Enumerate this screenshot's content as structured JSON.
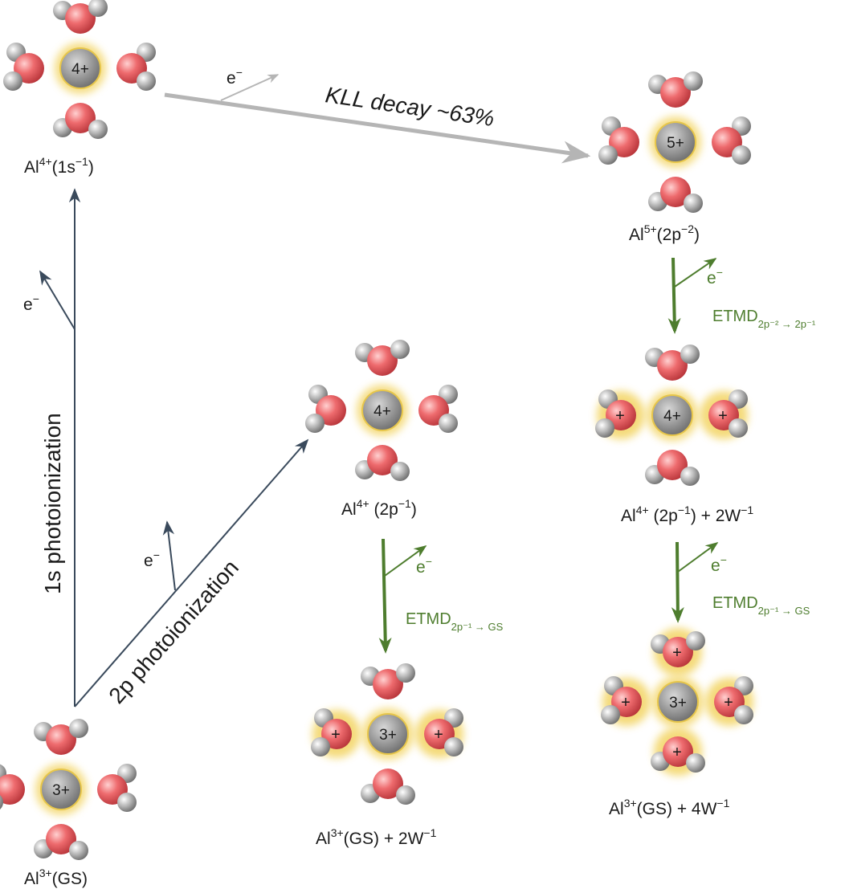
{
  "colors": {
    "dark_arrow": "#3a4a5c",
    "grey_arrow": "#b5b5b5",
    "green_arrow": "#4e7d2e",
    "oxygen": "#e0565a",
    "hydrogen": "#9a9a9a",
    "aluminium": "#8c8c8c",
    "glow": "#f2d25a"
  },
  "clusters": [
    {
      "id": "al4-1s",
      "core": "4+",
      "label": {
        "main": "Al",
        "sup": "4+",
        "rest": "(1s",
        "sup2": "−1",
        "end": ")"
      }
    },
    {
      "id": "al5-2p2",
      "core": "5+",
      "label": {
        "main": "Al",
        "sup": "5+",
        "rest": "(2p",
        "sup2": "−2",
        "end": ")"
      }
    },
    {
      "id": "al4-2p1",
      "core": "4+",
      "label": {
        "main": "Al",
        "sup": "4+",
        "rest": " (2p",
        "sup2": "−1",
        "end": ")"
      }
    },
    {
      "id": "al4-2p1-2w",
      "core": "4+",
      "label": {
        "main": "Al",
        "sup": "4+",
        "rest": " (2p",
        "sup2": "−1",
        "end": ") + 2W",
        "sup3": "−1"
      }
    },
    {
      "id": "al3-gs-2w",
      "core": "3+",
      "label": {
        "main": "Al",
        "sup": "3+",
        "rest": "(GS) + 2W",
        "sup2": "−1",
        "end": ""
      }
    },
    {
      "id": "al3-gs-4w",
      "core": "3+",
      "label": {
        "main": "Al",
        "sup": "3+",
        "rest": "(GS) + 4W",
        "sup2": "−1",
        "end": ""
      }
    },
    {
      "id": "al3-gs",
      "core": "3+",
      "label": {
        "main": "Al",
        "sup": "3+",
        "rest": "(GS)",
        "sup2": "",
        "end": ""
      }
    }
  ],
  "ion_charge": "+",
  "electron": {
    "e": "e",
    "minus": "−"
  },
  "processes": {
    "kll": "KLL decay ~63%",
    "photo_1s": "1s photoionization",
    "photo_2p": "2p photoionization",
    "etmd_1": {
      "main": "ETMD",
      "sub": "2p⁻² → 2p⁻¹"
    },
    "etmd_2": {
      "main": "ETMD",
      "sub": "2p⁻¹ → GS"
    },
    "etmd_3": {
      "main": "ETMD",
      "sub": "2p⁻¹ → GS"
    }
  }
}
